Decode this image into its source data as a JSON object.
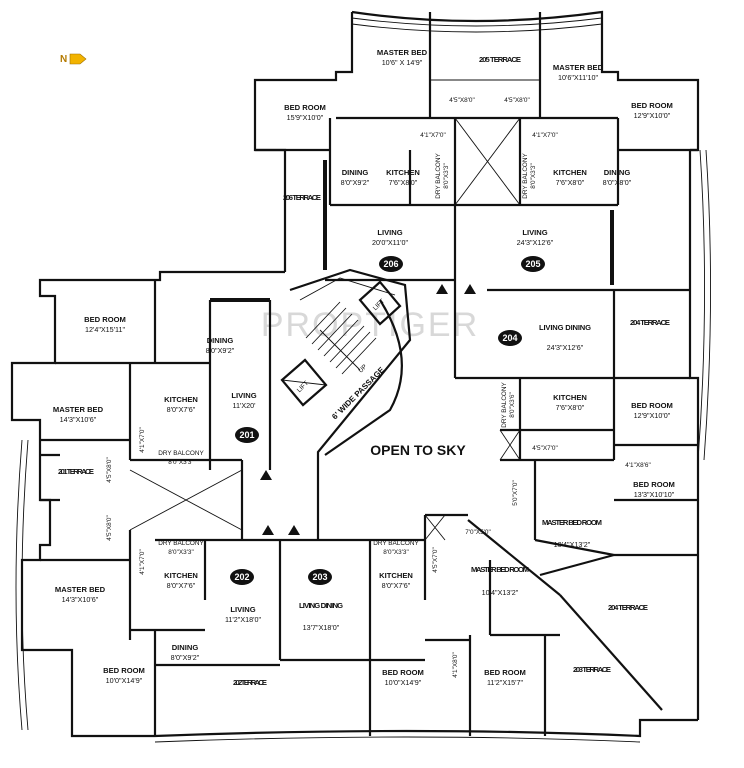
{
  "compass": {
    "label": "N"
  },
  "watermark": "PROPTIGER",
  "open_to_sky": "OPEN TO SKY",
  "passage": "6' WIDE PASSAGE",
  "stairs_up": "UP",
  "lift_label": "LIFT",
  "flats": [
    "206",
    "205",
    "204",
    "201",
    "202",
    "203"
  ],
  "rooms": [
    {
      "name": "MASTER BED",
      "size": "10'6\" X 14'9\""
    },
    {
      "name": "205 TERRACE",
      "size": ""
    },
    {
      "name": "MASTER BED",
      "size": "10'6\"X11'10\""
    },
    {
      "name": "BED ROOM",
      "size": "15'9\"X10'0\""
    },
    {
      "name": "BED ROOM",
      "size": "12'9\"X10'0\""
    },
    {
      "name": "DINING",
      "size": "8'0\"X9'2\""
    },
    {
      "name": "KITCHEN",
      "size": "7'6\"X8'0\""
    },
    {
      "name": "KITCHEN",
      "size": "7'6\"X8'0\""
    },
    {
      "name": "DINING",
      "size": "8'0\"X8'0\""
    },
    {
      "name": "206 TERRACE",
      "size": ""
    },
    {
      "name": "LIVING",
      "size": "20'0\"X11'0\""
    },
    {
      "name": "LIVING",
      "size": "24'3\"X12'6\""
    },
    {
      "name": "BED ROOM",
      "size": "12'4\"X15'11\""
    },
    {
      "name": "DINING",
      "size": "8'0\"X9'2\""
    },
    {
      "name": "LIVING DINING",
      "size": "24'3\"X12'6\""
    },
    {
      "name": "204 TERRACE",
      "size": ""
    },
    {
      "name": "MASTER BED",
      "size": "14'3\"X10'6\""
    },
    {
      "name": "KITCHEN",
      "size": "8'0\"X7'6\""
    },
    {
      "name": "LIVING",
      "size": "11'X20'"
    },
    {
      "name": "KITCHEN",
      "size": "7'6\"X8'0\""
    },
    {
      "name": "BED ROOM",
      "size": "12'9\"X10'0\""
    },
    {
      "name": "201 TERRACE",
      "size": ""
    },
    {
      "name": "BED ROOM",
      "size": "13'3\"X10'10\""
    },
    {
      "name": "MASTER BED ROOM",
      "size": "10'4\"X13'2\""
    },
    {
      "name": "MASTER BED",
      "size": "14'3\"X10'6\""
    },
    {
      "name": "KITCHEN",
      "size": "8'0\"X7'6\""
    },
    {
      "name": "LIVING",
      "size": "11'2\"X18'0\""
    },
    {
      "name": "LIVING DINING",
      "size": "13'7\"X18'0\""
    },
    {
      "name": "KITCHEN",
      "size": "8'0\"X7'6\""
    },
    {
      "name": "MASTER BED ROOM",
      "size": "10'4\"X13'2\""
    },
    {
      "name": "204 TERRACE",
      "size": ""
    },
    {
      "name": "DINING",
      "size": "8'0\"X9'2\""
    },
    {
      "name": "BED ROOM",
      "size": "10'0\"X14'9\""
    },
    {
      "name": "202 TERRACE",
      "size": ""
    },
    {
      "name": "BED ROOM",
      "size": "10'0\"X14'9\""
    },
    {
      "name": "BED ROOM",
      "size": "11'2\"X15'7\""
    },
    {
      "name": "203 TERRACE",
      "size": ""
    }
  ],
  "dims": [
    "4'5\"X8'0\"",
    "4'5\"X8'0\"",
    "4'1\"X7'0\"",
    "4'1\"X7'0\"",
    "4'5\"X7'0\"",
    "4'1\"X8'6\"",
    "5'0\"X7'0\"",
    "7'0\"X5'0\"",
    "4'5\"X7'0\"",
    "4'1\"X8'0\"",
    "4'1\"X7'0\"",
    "4'5\"X8'0\"",
    "4'5\"X8'0\"",
    "4'1\"X7'0\""
  ],
  "balconies": [
    "DRY BALCONY",
    "8'0\"X3'3\"",
    "DRY BALCONY",
    "8'0\"X3'3\"",
    "DRY BALCONY",
    "8'0\"X3'6\"",
    "DRY BALCONY",
    "8'0\"X3'3\"",
    "DRY BALCONY",
    "8'0\"X3'3\"",
    "DRY BALCONY",
    "8'0\"X3'3\""
  ]
}
